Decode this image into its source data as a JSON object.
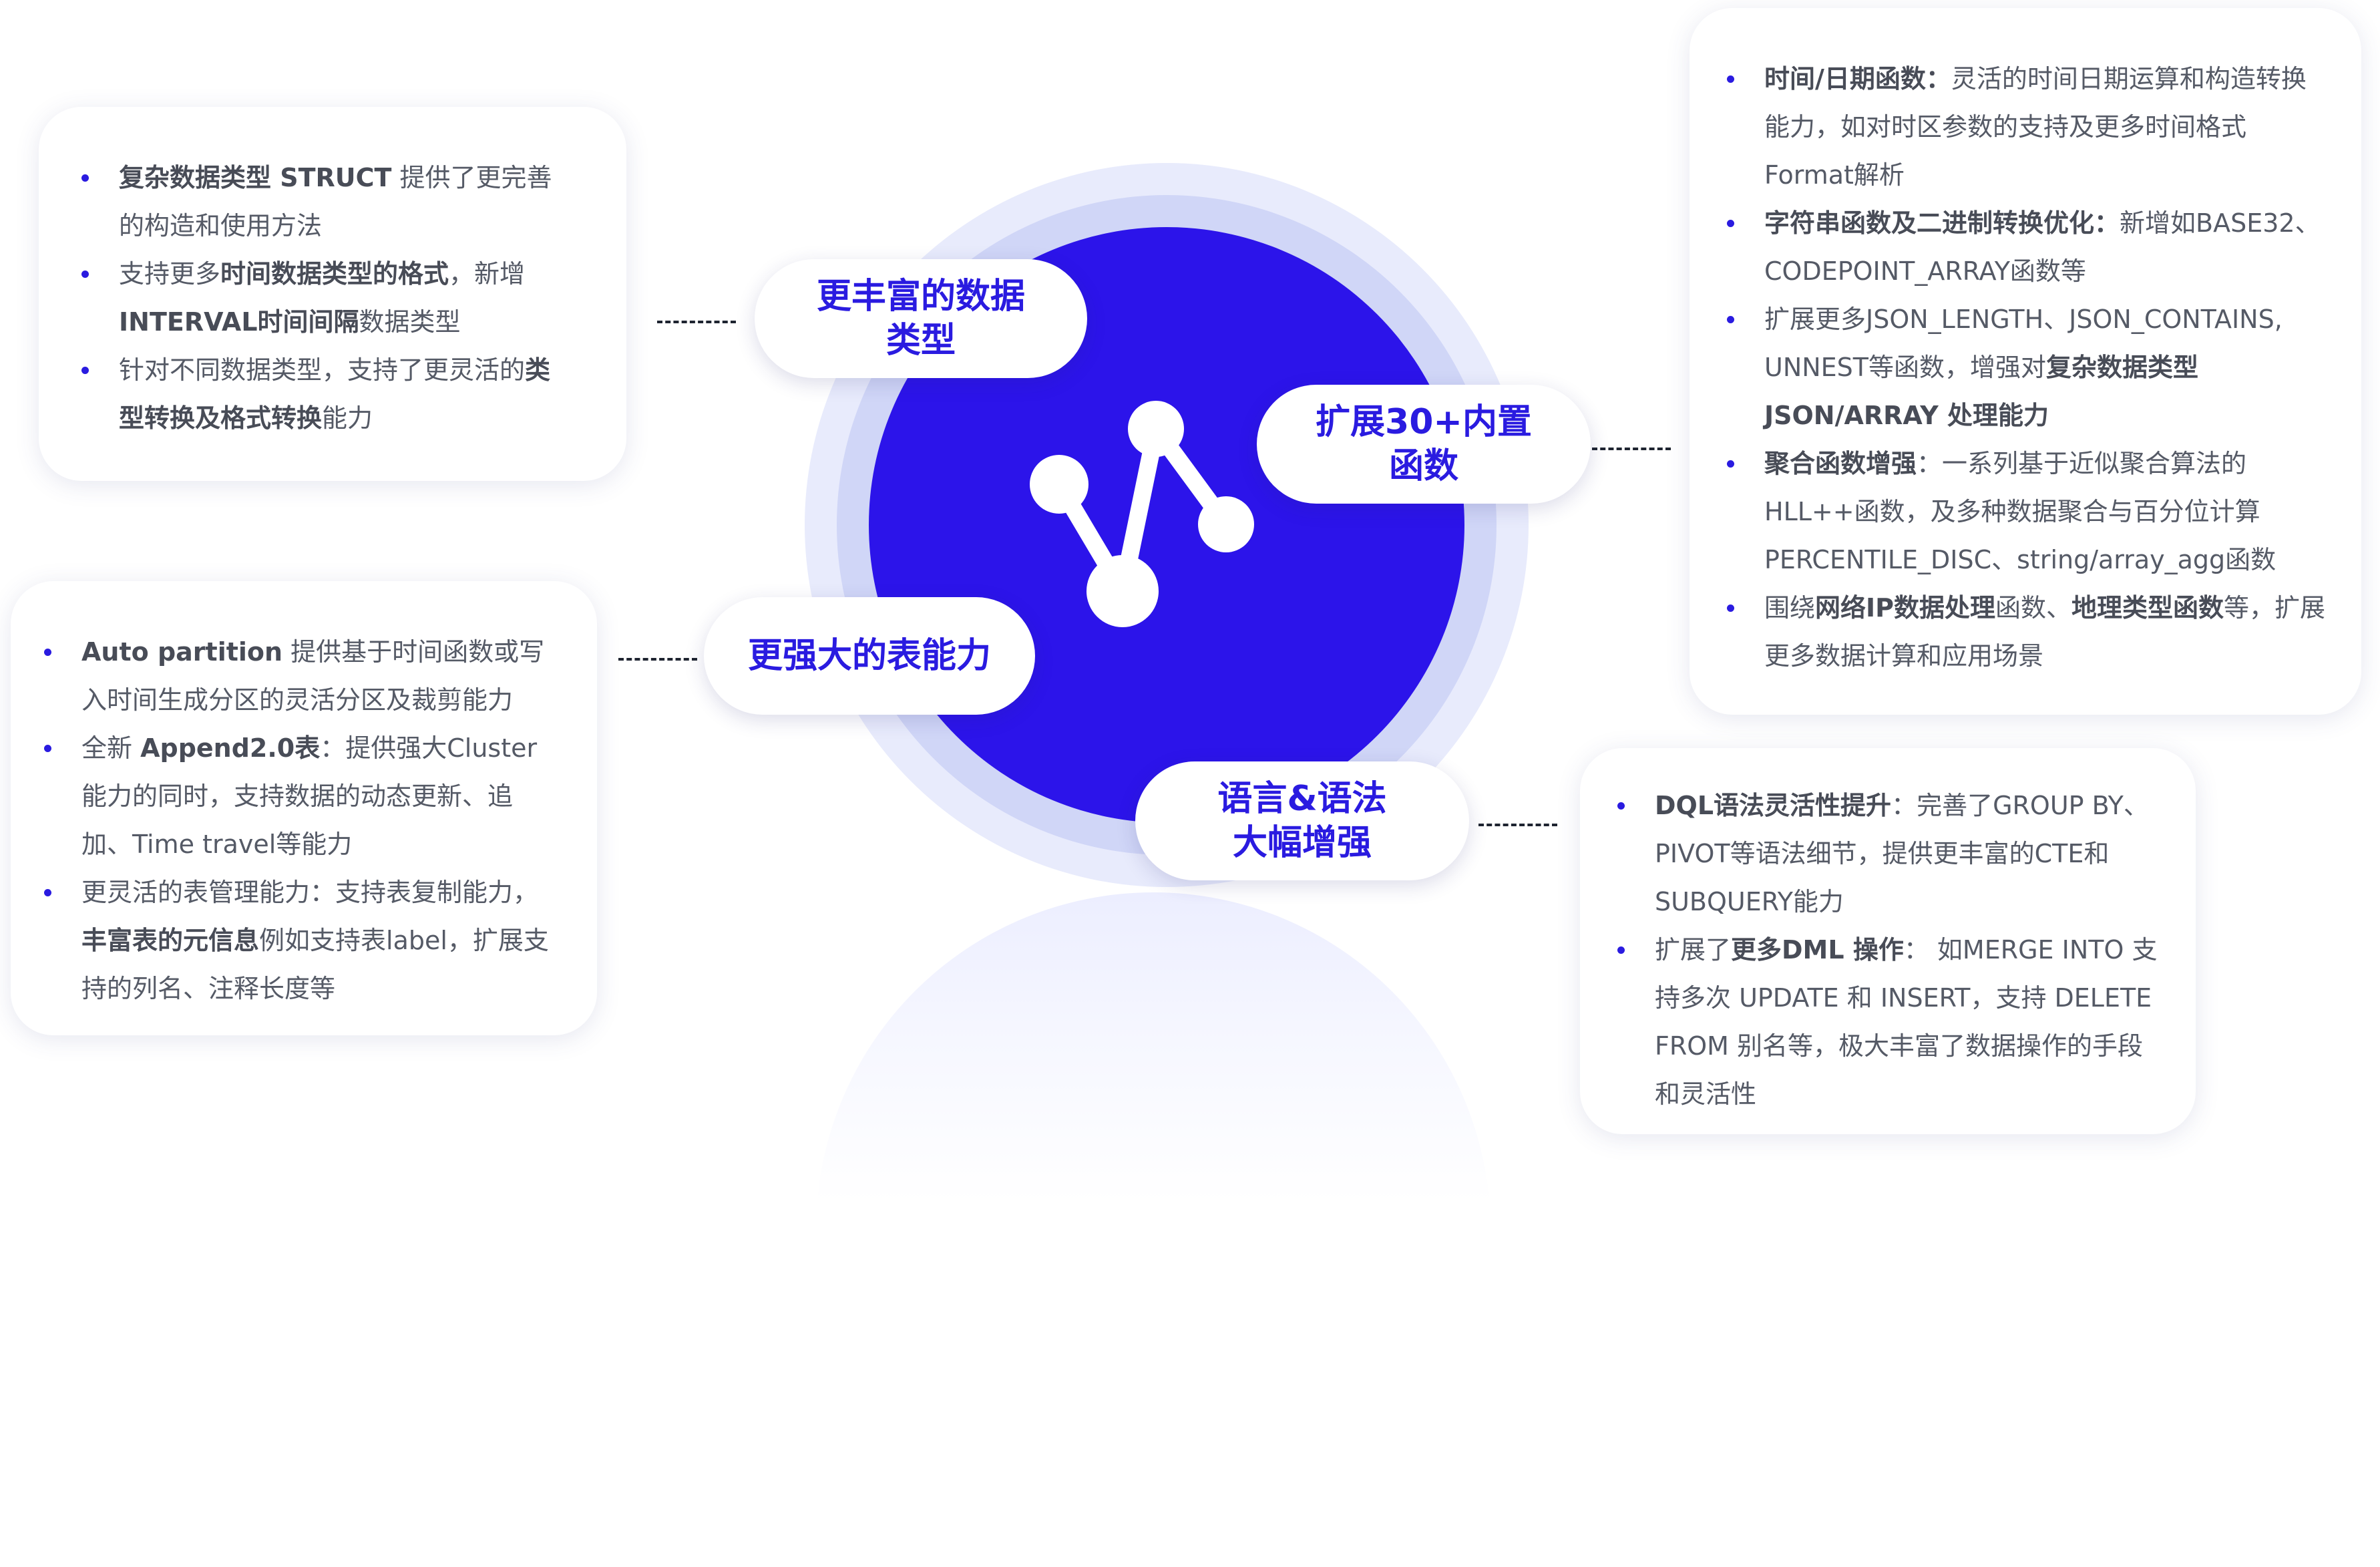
{
  "hub": {
    "colors": {
      "core": "#2c14ea",
      "ring": "#d0d6f7",
      "outer": "#e8ebfc",
      "accent": "#2a1be0"
    },
    "icon": "line-graph-nodes-icon",
    "labels": {
      "data_types": {
        "line1": "更丰富的数据",
        "line2": "类型"
      },
      "builtin_funcs": {
        "line1": "扩展30+内置",
        "line2": "函数"
      },
      "table_capability": "更强大的表能力",
      "language_syntax": {
        "line1": "语言&语法",
        "line2": "大幅增强"
      }
    }
  },
  "cards": {
    "data_types": [
      {
        "b1": "复杂数据类型 STRUCT",
        "t1": " 提供了更完善的构造和使用方法"
      },
      {
        "t1": "支持更多",
        "b1": "时间数据类型的格式",
        "t2": "，新增",
        "b2": "INTERVAL时间间隔",
        "t3": "数据类型"
      },
      {
        "t1": "针对不同数据类型，支持了更灵活的",
        "b1": "类型转换及格式转换",
        "t2": "能力"
      }
    ],
    "table_capability": [
      {
        "b1": "Auto partition",
        "t1": " 提供基于时间函数或写入时间生成分区的灵活分区及裁剪能力"
      },
      {
        "t1": "全新 ",
        "b1": "Append2.0表",
        "t2": "：提供强大Cluster能力的同时，支持数据的动态更新、追加、Time travel等能力"
      },
      {
        "t1": "更灵活的表管理能力：支持表复制能力，",
        "b1": "丰富表的元信息",
        "t2": "例如支持表label，扩展支持的列名、注释长度等"
      }
    ],
    "builtin_funcs": [
      {
        "b1": "时间/日期函数：",
        "t1": "灵活的时间日期运算和构造转换能力，如对时区参数的支持及更多时间格式Format解析"
      },
      {
        "b1": "字符串函数及二进制转换优化：",
        "t1": "新增如BASE32、CODEPOINT_ARRAY函数等"
      },
      {
        "t1": "扩展更多JSON_LENGTH、JSON_CONTAINS, UNNEST等函数，增强对",
        "b1": "复杂数据类型JSON/ARRAY 处理能力"
      },
      {
        "b1": "聚合函数增强",
        "t1": "：一系列基于近似聚合算法的HLL++函数，及多种数据聚合与百分位计算PERCENTILE_DISC、string/array_agg函数"
      },
      {
        "t1": "围绕",
        "b1": "网络IP数据处理",
        "t2": "函数、",
        "b2": "地理类型函数",
        "t3": "等，扩展更多数据计算和应用场景"
      }
    ],
    "language_syntax": [
      {
        "b1": "DQL语法灵活性提升",
        "t1": "：完善了GROUP BY、PIVOT等语法细节，提供更丰富的CTE和SUBQUERY能力"
      },
      {
        "t1": "扩展了",
        "b1": "更多DML 操作",
        "t2": "：  如MERGE INTO 支持多次 UPDATE 和 INSERT，支持 DELETE FROM 别名等，极大丰富了数据操作的手段和灵活性"
      }
    ]
  }
}
